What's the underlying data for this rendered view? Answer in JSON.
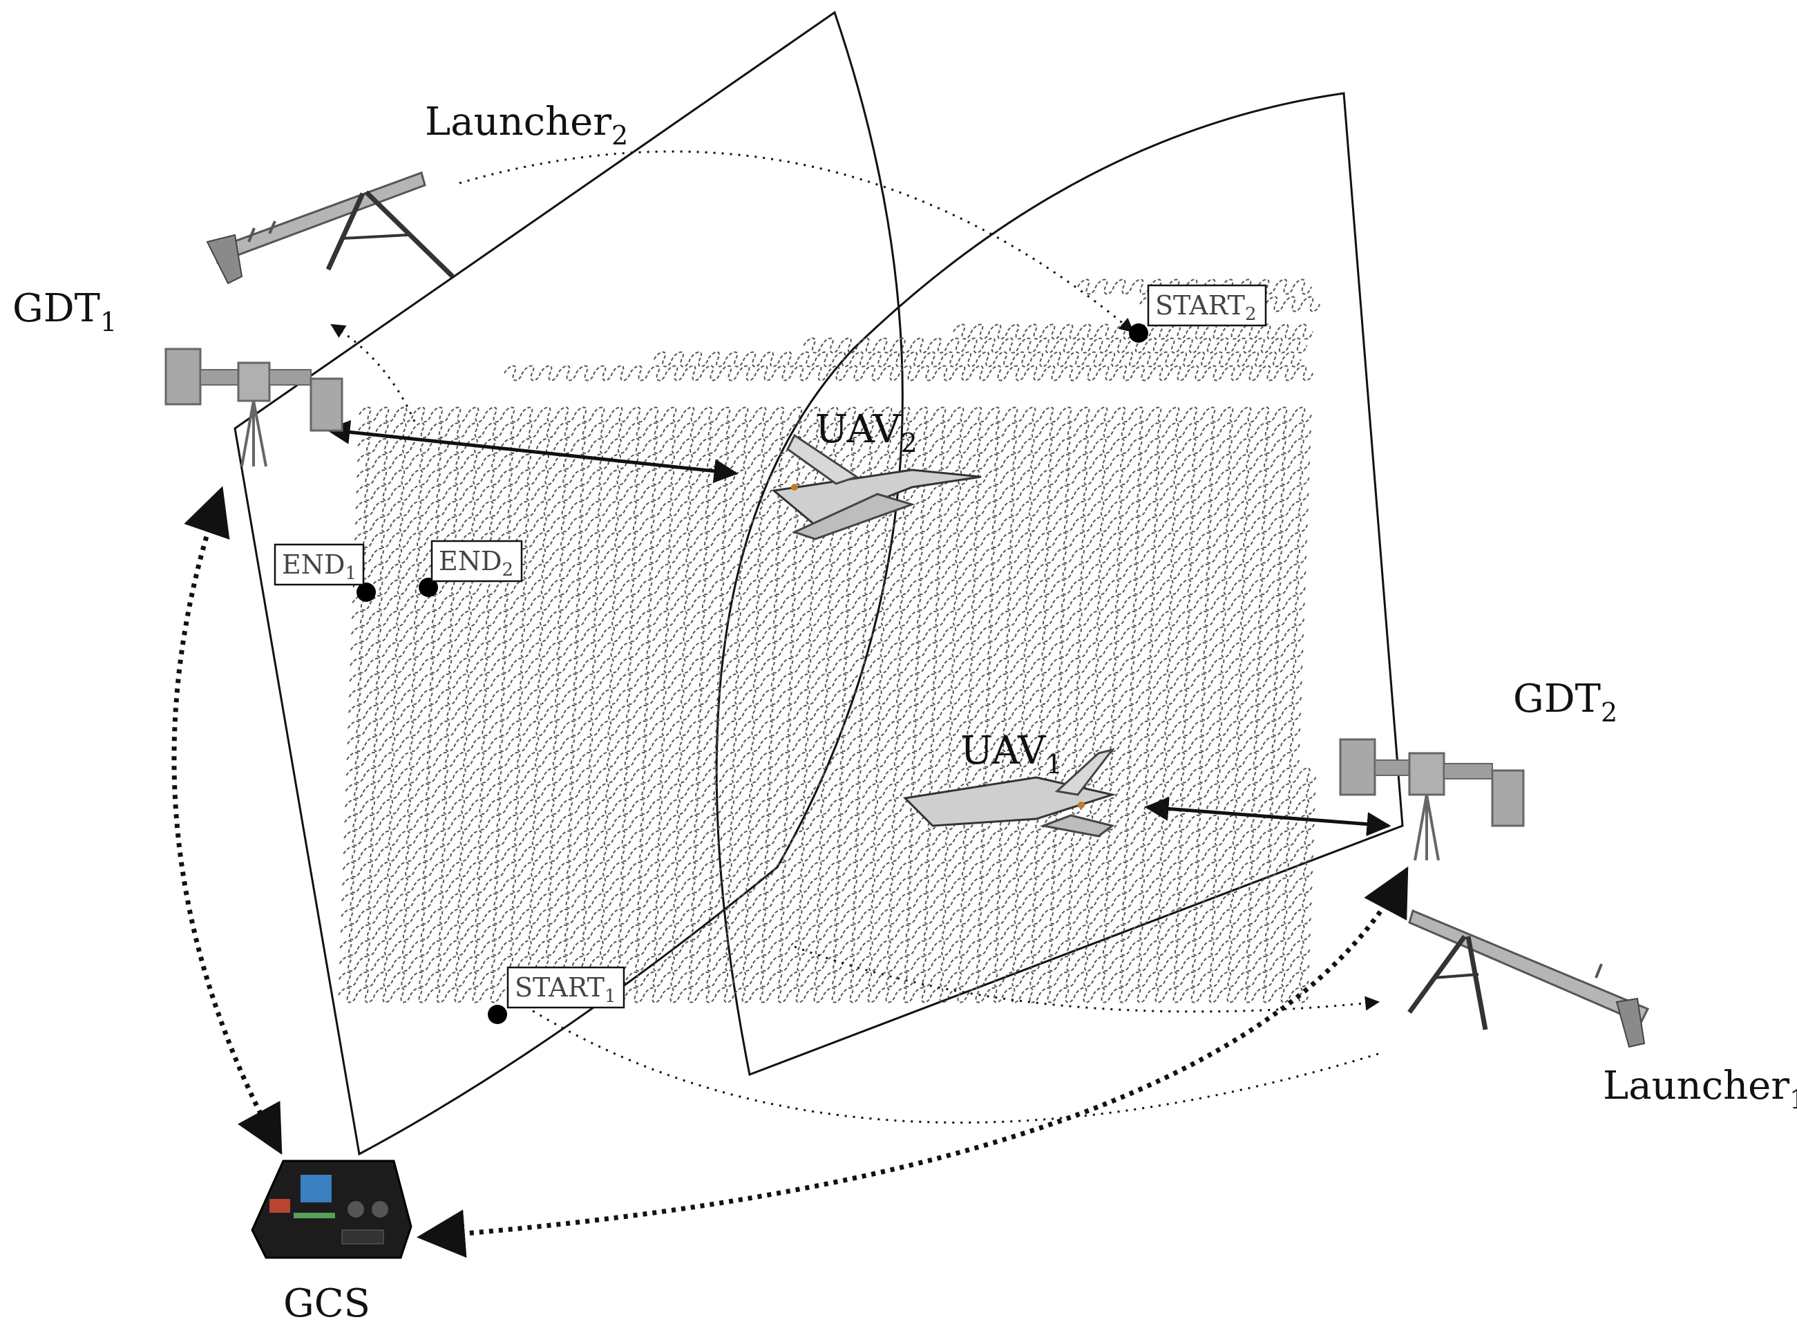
{
  "nodes": {
    "launcher2": {
      "name": "Launcher",
      "index": "2"
    },
    "launcher1": {
      "name": "Launcher",
      "index": "1"
    },
    "gdt1": {
      "name": "GDT",
      "index": "1"
    },
    "gdt2": {
      "name": "GDT",
      "index": "2"
    },
    "gcs": {
      "name": "GCS"
    },
    "uav2": {
      "name": "UAV",
      "index": "2"
    },
    "uav1": {
      "name": "UAV",
      "index": "1"
    }
  },
  "markers": {
    "start1": {
      "name": "START",
      "index": "1"
    },
    "start2": {
      "name": "START",
      "index": "2"
    },
    "end1": {
      "name": "END",
      "index": "1"
    },
    "end2": {
      "name": "END",
      "index": "2"
    }
  },
  "colors": {
    "ink": "#111111",
    "gray": "#888888",
    "device": "#9a9a9a"
  },
  "icons": [
    "launcher-icon",
    "antenna-icon",
    "control-console-icon",
    "uav-icon"
  ]
}
